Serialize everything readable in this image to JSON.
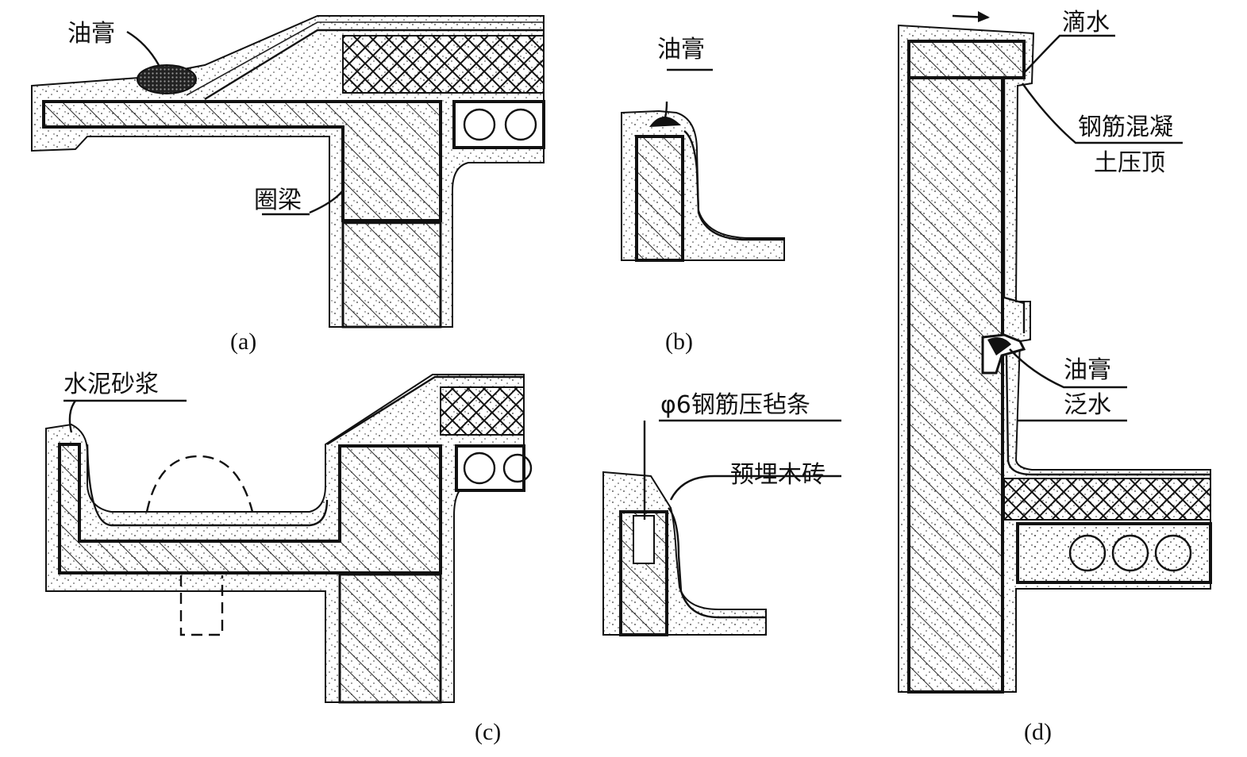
{
  "panels": {
    "a": {
      "caption": "(a)",
      "label_sealant": "油膏",
      "label_ring_beam": "圈梁"
    },
    "b": {
      "caption": "(b)",
      "label_sealant": "油膏"
    },
    "c": {
      "caption": "(c)",
      "label_mortar": "水泥砂浆",
      "label_rebar": "φ6钢筋压毡条",
      "label_wood": "预埋木砖"
    },
    "d": {
      "caption": "(d)",
      "label_drip": "滴水",
      "label_coping_1": "钢筋混凝",
      "label_coping_2": "土压顶",
      "label_sealant": "油膏",
      "label_flashing": "泛水"
    }
  }
}
